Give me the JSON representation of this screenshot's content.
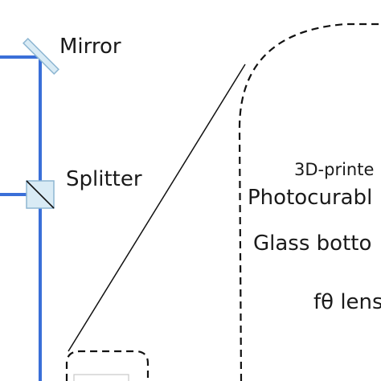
{
  "labels": {
    "mirror": "Mirror",
    "splitter": "Splitter",
    "printed": "3D-printe",
    "photocurable": "Photocurabl",
    "glass_bottom": "Glass botto",
    "ftheta_lens": "fθ lens"
  },
  "colors": {
    "beam": "#3a6fd8",
    "optic_fill": "#d9ebf5",
    "optic_stroke": "#8db6d2",
    "line": "#111111",
    "text": "#1a1a1a"
  }
}
